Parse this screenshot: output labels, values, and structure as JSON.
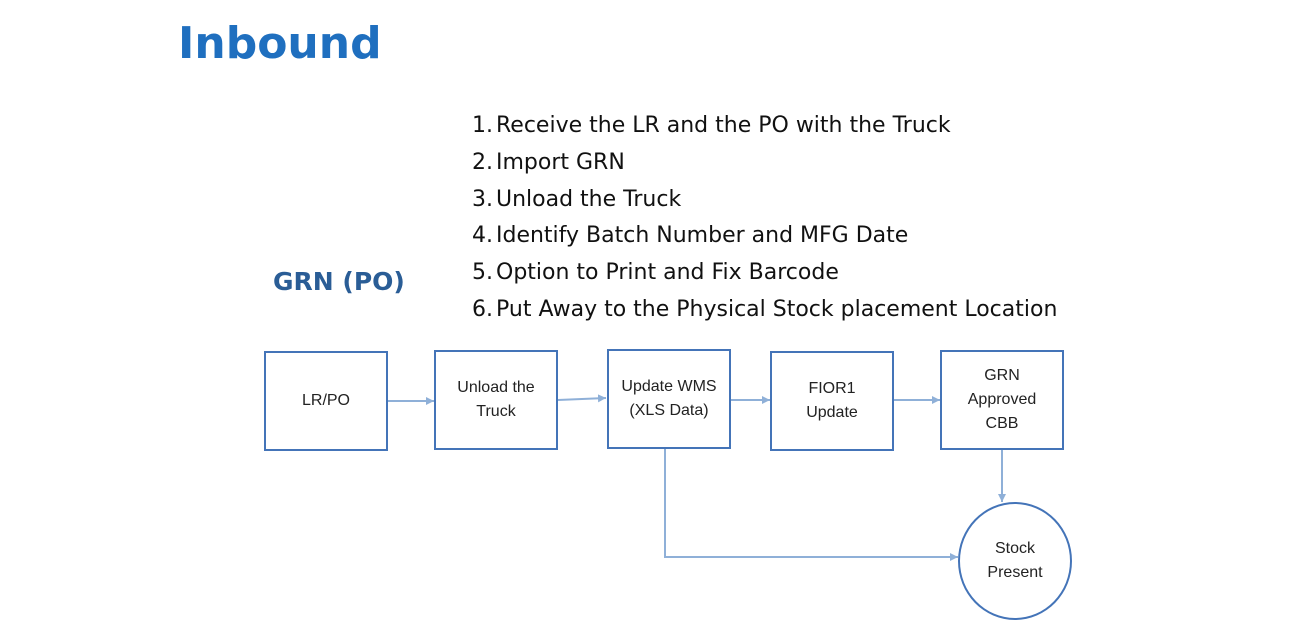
{
  "slide": {
    "title": "Inbound",
    "subtitle": "GRN (PO)"
  },
  "steps": [
    {
      "num": "1.",
      "text": "Receive the LR and the PO with the Truck"
    },
    {
      "num": "2.",
      "text": "Import GRN"
    },
    {
      "num": "3.",
      "text": "Unload the Truck"
    },
    {
      "num": "4.",
      "text": "Identify Batch Number and MFG Date"
    },
    {
      "num": "5.",
      "text": "Option to Print and Fix Barcode"
    },
    {
      "num": "6.",
      "text": "Put Away to the Physical Stock placement Location"
    }
  ],
  "flow": {
    "nodes": {
      "lr_po": "LR/PO",
      "unload": "Unload the\nTruck",
      "update_wms": "Update WMS\n(XLS Data)",
      "fior1": "FIOR1\nUpdate",
      "grn_approved": "GRN\nApproved\nCBB",
      "stock_present": "Stock\nPresent"
    }
  },
  "colors": {
    "title": "#1f6fbf",
    "subtitle": "#2a5d96",
    "box_border": "#4474b8",
    "arrow": "#8fb0d8"
  }
}
